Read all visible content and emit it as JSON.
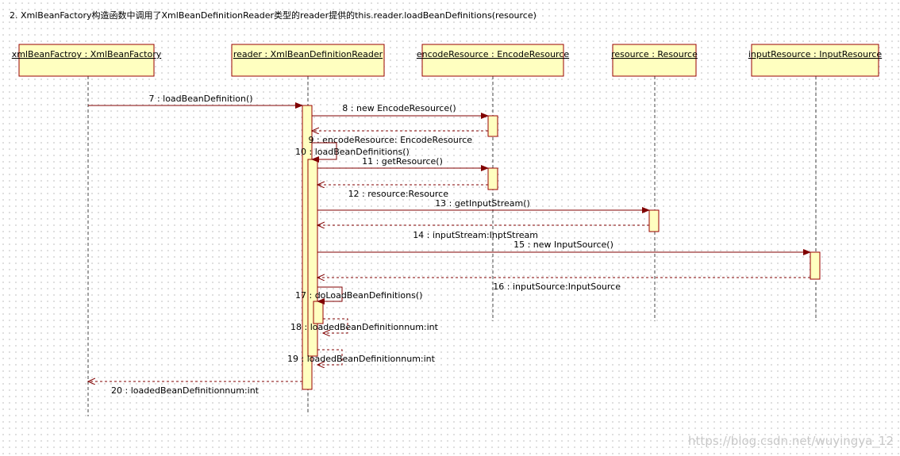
{
  "title": "2. XmlBeanFactory构造函数中调用了XmlBeanDefinitionReader类型的reader提供的this.reader.loadBeanDefinitions(resource)",
  "colors": {
    "box_fill": "#ffffc0",
    "box_border": "#990000",
    "message": "#800000",
    "text": "#000000"
  },
  "participants": [
    {
      "id": "xmlBeanFactroy",
      "label": "xmlBeanFactroy : XmlBeanFactory"
    },
    {
      "id": "reader",
      "label": "reader : XmlBeanDefinitionReader"
    },
    {
      "id": "encodeResource",
      "label": "encodeResource : EncodeResource"
    },
    {
      "id": "resource",
      "label": "resource : Resource"
    },
    {
      "id": "inputResource",
      "label": "inputResource : InputResource"
    }
  ],
  "messages": [
    {
      "label": "7 : loadBeanDefinition()",
      "from": "xmlBeanFactroy",
      "to": "reader",
      "kind": "call"
    },
    {
      "label": "8 : new EncodeResource()",
      "from": "reader",
      "to": "encodeResource",
      "kind": "call"
    },
    {
      "label": "9 : encodeResource: EncodeResource",
      "from": "encodeResource",
      "to": "reader",
      "kind": "return"
    },
    {
      "label": "10 : loadBeanDefinitions()",
      "from": "reader",
      "to": "reader",
      "kind": "self"
    },
    {
      "label": "11 : getResource()",
      "from": "reader",
      "to": "encodeResource",
      "kind": "call"
    },
    {
      "label": "12 : resource:Resource",
      "from": "encodeResource",
      "to": "reader",
      "kind": "return"
    },
    {
      "label": "13 : getInputStream()",
      "from": "reader",
      "to": "resource",
      "kind": "call"
    },
    {
      "label": "14 : inputStream:InptStream",
      "from": "resource",
      "to": "reader",
      "kind": "return"
    },
    {
      "label": "15 : new InputSource()",
      "from": "reader",
      "to": "inputResource",
      "kind": "call"
    },
    {
      "label": "16 : inputSource:InputSource",
      "from": "inputResource",
      "to": "reader",
      "kind": "return"
    },
    {
      "label": "17 : doLoadBeanDefinitions()",
      "from": "reader",
      "to": "reader",
      "kind": "self"
    },
    {
      "label": "18 : loadedBeanDefinitionnum:int",
      "from": "reader",
      "to": "reader",
      "kind": "self-return"
    },
    {
      "label": "19 : loadedBeanDefinitionnum:int",
      "from": "reader",
      "to": "reader",
      "kind": "self-return"
    },
    {
      "label": "20 : loadedBeanDefinitionnum:int",
      "from": "reader",
      "to": "xmlBeanFactroy",
      "kind": "return"
    }
  ],
  "watermark": "https://blog.csdn.net/wuyingya_12"
}
